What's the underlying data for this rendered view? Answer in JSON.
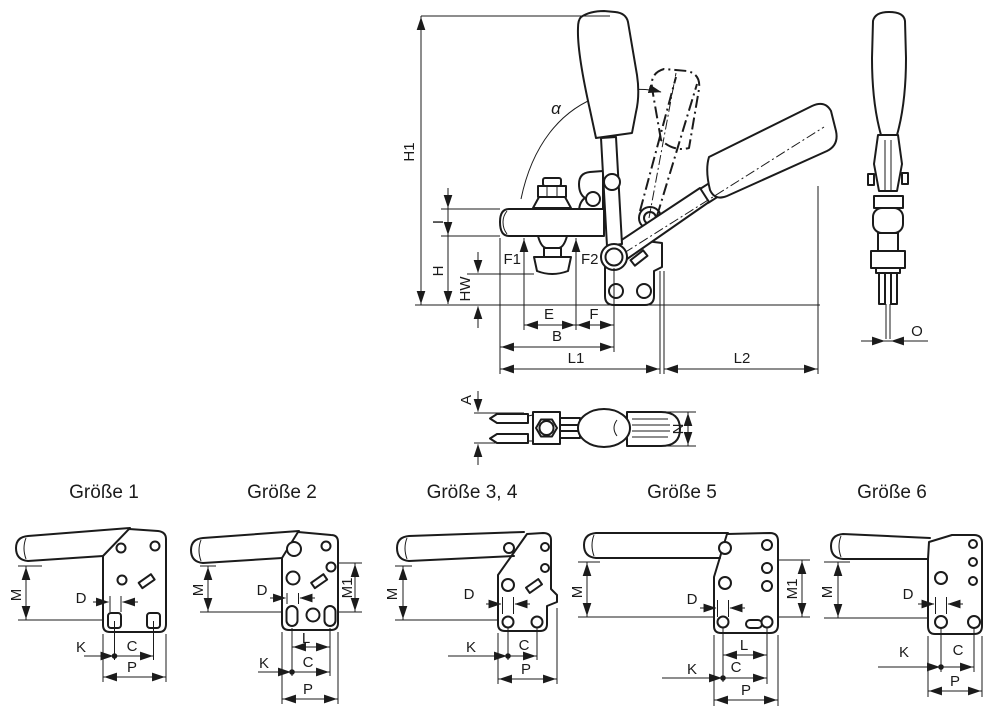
{
  "figure": {
    "main_view": {
      "h1": "H1",
      "alpha": "α",
      "i": "I",
      "h": "H",
      "hw": "HW",
      "f1": "F1",
      "f2": "F2",
      "e": "E",
      "f": "F",
      "b": "B",
      "l1": "L1",
      "l2": "L2"
    },
    "side_view": {
      "o": "O"
    },
    "top_view": {
      "a": "A",
      "n": "N"
    }
  },
  "sizes": [
    {
      "title": "Größe 1",
      "m": "M",
      "d": "D",
      "k": "K",
      "c": "C",
      "p": "P"
    },
    {
      "title": "Größe 2",
      "m": "M",
      "m1": "M1",
      "d": "D",
      "l": "L",
      "k": "K",
      "c": "C",
      "p": "P"
    },
    {
      "title": "Größe 3, 4",
      "m": "M",
      "d": "D",
      "k": "K",
      "c": "C",
      "p": "P"
    },
    {
      "title": "Größe 5",
      "m": "M",
      "m1": "M1",
      "d": "D",
      "l": "L",
      "k": "K",
      "c": "C",
      "p": "P"
    },
    {
      "title": "Größe 6",
      "m": "M",
      "d": "D",
      "k": "K",
      "c": "C",
      "p": "P"
    }
  ],
  "colors": {
    "line": "#1b1b1b",
    "background": "#ffffff"
  }
}
